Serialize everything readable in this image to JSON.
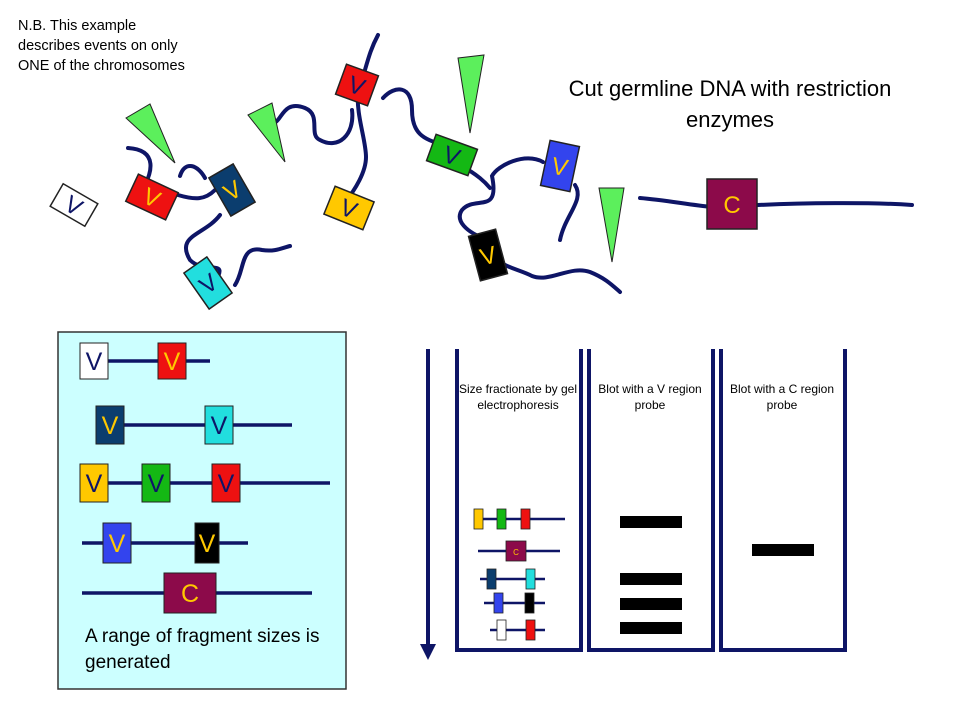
{
  "note": "N.B. This example describes events on only ONE of the chromosomes",
  "heading": "Cut germline DNA with restriction enzymes",
  "segment_labels": {
    "v": "V",
    "c": "C"
  },
  "segment_colors": {
    "white": "#ffffff",
    "red": "#ee1111",
    "navy": "#0b3d6e",
    "cyan": "#22dede",
    "orange": "#ffc800",
    "green": "#14b814",
    "blue": "#3344ee",
    "black": "#000000",
    "constant": "#8c0a4a"
  },
  "enzyme_color": "#5cef5c",
  "dna_color": "#0e1566",
  "fragment_panel": {
    "background": "#ccffff",
    "caption": "A range of fragment sizes is generated"
  },
  "gel_panel": {
    "title": "Size fractionate by gel electrophoresis",
    "direction_arrow": "down-arrow",
    "mini_c_label": "C"
  },
  "v_blot_panel": {
    "title": "Blot with a V region probe",
    "band_count": 4
  },
  "c_blot_panel": {
    "title": "Blot with a C region probe",
    "band_count": 1
  }
}
